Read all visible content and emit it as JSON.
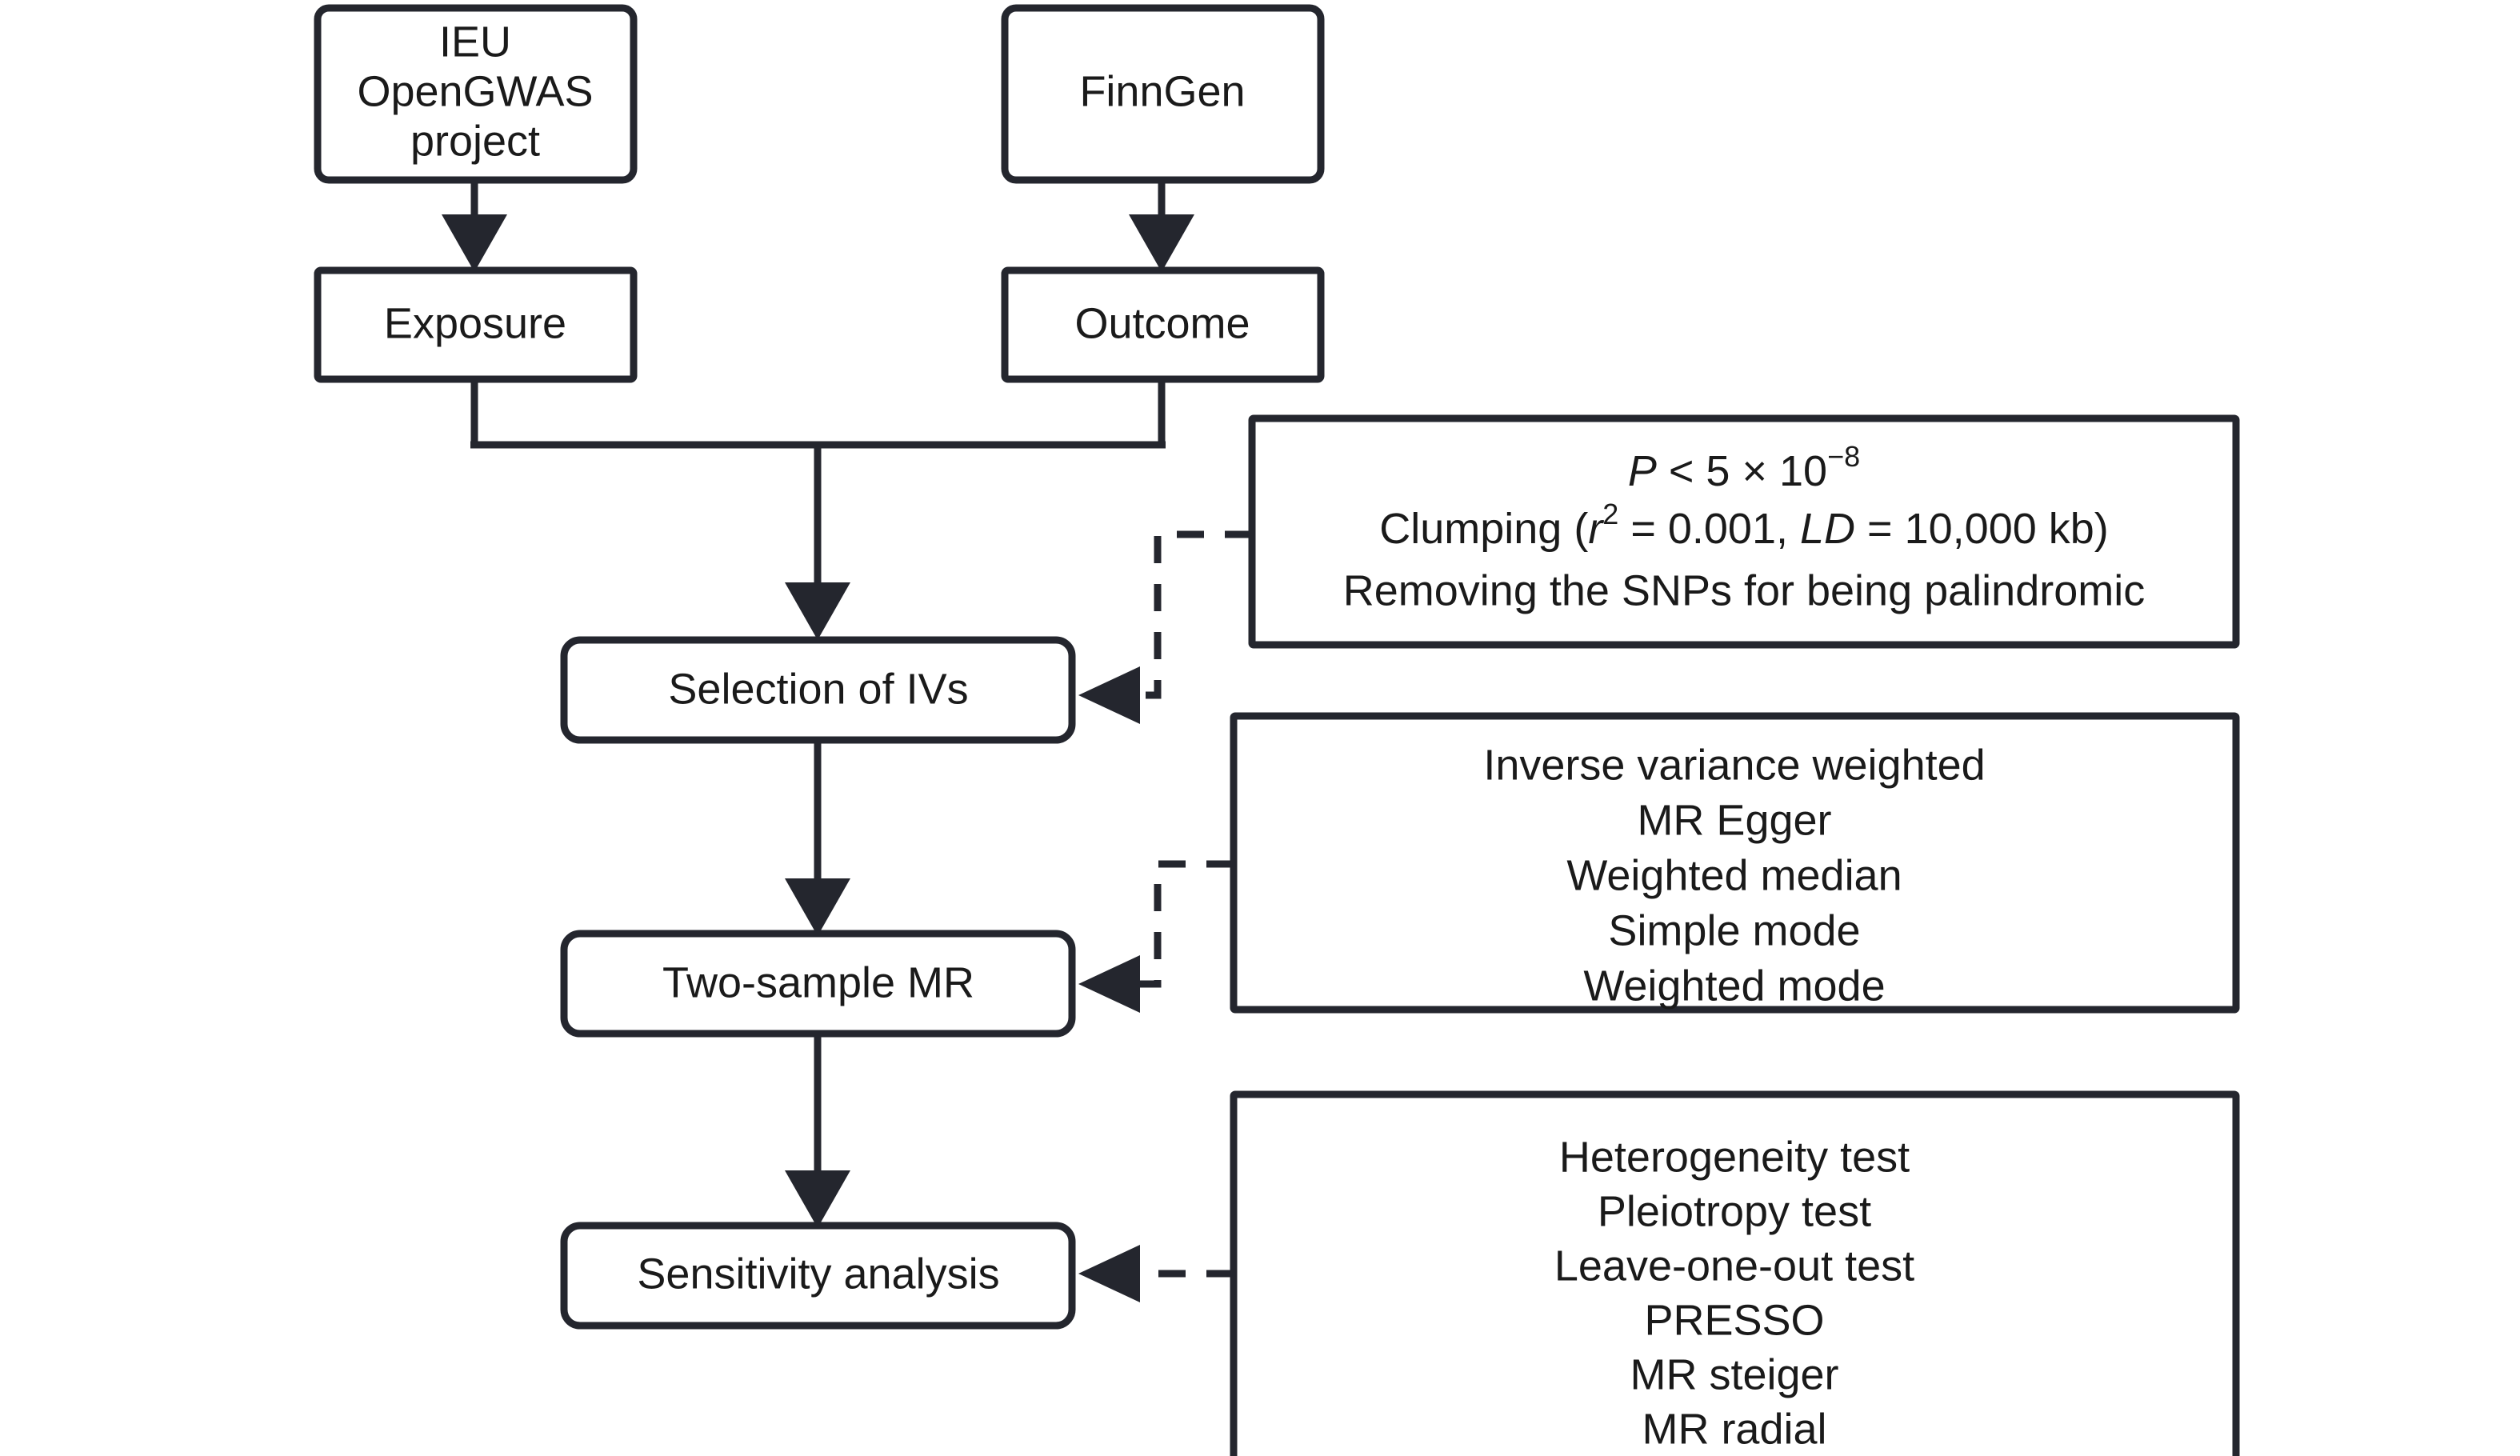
{
  "diagram": {
    "title": "Two-sample Mendelian randomization study workflow",
    "line_color": "#24262e",
    "text_color": "#1a1a1a",
    "background": "#ffffff"
  },
  "nodes": {
    "source_exposure": {
      "lines": [
        "IEU",
        "OpenGWAS",
        "project"
      ],
      "line1": "IEU",
      "line2": "OpenGWAS",
      "line3": "project"
    },
    "source_outcome": {
      "label": "FinnGen"
    },
    "exposure": {
      "label": "Exposure"
    },
    "outcome": {
      "label": "Outcome"
    },
    "selection_ivs": {
      "label": "Selection of IVs"
    },
    "two_sample_mr": {
      "label": "Two-sample MR"
    },
    "sensitivity_analysis": {
      "label": "Sensitivity analysis"
    }
  },
  "panels": {
    "iv_criteria": {
      "lines": [
        {
          "segments": [
            {
              "text": "P",
              "style": "italic"
            },
            {
              "text": " < 5 × 10",
              "style": "normal"
            },
            {
              "text": "−8",
              "style": "superscript"
            }
          ],
          "plain": "P < 5 × 10−8"
        },
        {
          "segments": [
            {
              "text": "Clumping (",
              "style": "normal"
            },
            {
              "text": "r",
              "style": "italic"
            },
            {
              "text": "2",
              "style": "superscript"
            },
            {
              "text": " = 0.001, ",
              "style": "normal"
            },
            {
              "text": "LD",
              "style": "italic"
            },
            {
              "text": " = 10,000 kb)",
              "style": "normal"
            }
          ],
          "plain": "Clumping (r2 = 0.001, LD = 10,000 kb)"
        },
        {
          "segments": [
            {
              "text": "Removing the SNPs for being palindromic",
              "style": "normal"
            }
          ],
          "plain": "Removing the SNPs for being palindromic"
        }
      ],
      "line1_part1": "P",
      "line1_part2": " < 5 × 10",
      "line1_sup": "−8",
      "line2_part1": "Clumping (",
      "line2_r": "r",
      "line2_sup": "2",
      "line2_part2": " = 0.001, ",
      "line2_ld": "LD",
      "line2_part3": " = 10,000 kb)",
      "line3": "Removing the SNPs for being palindromic"
    },
    "mr_methods": {
      "items": [
        "Inverse variance weighted",
        "MR Egger",
        "Weighted median",
        "Simple mode",
        "Weighted mode"
      ],
      "item0": "Inverse variance weighted",
      "item1": "MR Egger",
      "item2": "Weighted median",
      "item3": "Simple mode",
      "item4": "Weighted mode"
    },
    "sensitivity_methods": {
      "items": [
        "Heterogeneity test",
        "Pleiotropy test",
        "Leave-one-out test",
        "PRESSO",
        "MR steiger",
        "MR radial"
      ],
      "item0": "Heterogeneity test",
      "item1": "Pleiotropy test",
      "item2": "Leave-one-out test",
      "item3": "PRESSO",
      "item4": "MR steiger",
      "item5": "MR radial"
    }
  },
  "connectors": [
    {
      "name": "ieu-to-exposure",
      "style": "solid",
      "arrow": "down"
    },
    {
      "name": "finngen-to-outcome",
      "style": "solid",
      "arrow": "down"
    },
    {
      "name": "exposure-outcome-to-selection",
      "style": "solid",
      "arrow": "down"
    },
    {
      "name": "selection-to-two-sample-mr",
      "style": "solid",
      "arrow": "down"
    },
    {
      "name": "two-sample-mr-to-sensitivity",
      "style": "solid",
      "arrow": "down"
    },
    {
      "name": "criteria-to-selection",
      "style": "dashed",
      "arrow": "left"
    },
    {
      "name": "mr-methods-to-two-sample-mr",
      "style": "dashed",
      "arrow": "left"
    },
    {
      "name": "sensitivity-methods-to-sensitivity",
      "style": "dashed",
      "arrow": "left"
    }
  ]
}
